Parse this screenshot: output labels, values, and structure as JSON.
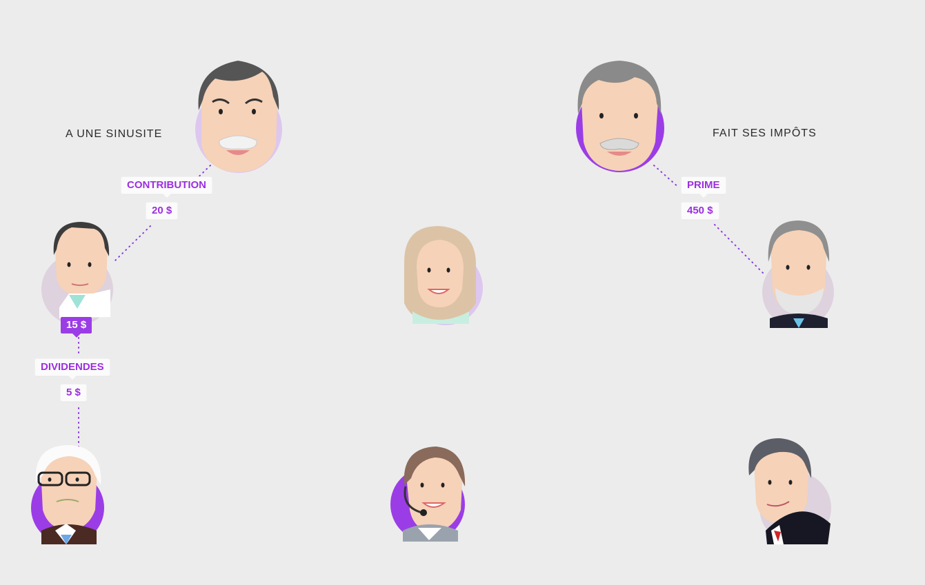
{
  "captions": {
    "left": "A UNE SINUSITE",
    "right": "FAIT SES IMPÔTS"
  },
  "tags": {
    "contribution": "CONTRIBUTION",
    "contribution_amount": "20 $",
    "doctor_amount": "15 $",
    "dividendes": "DIVIDENDES",
    "dividendes_amount": "5 $",
    "prime": "PRIME",
    "prime_amount": "450 $"
  },
  "colors": {
    "background": "#ececec",
    "accent": "#9b3de6",
    "accent_light": "#ddc7ef",
    "skin": "#f6d2b8",
    "line": "#8a3ae0"
  },
  "people": [
    {
      "id": "patient",
      "icon": "elderly-man-mustache-portrait",
      "disc": "light"
    },
    {
      "id": "taxpayer",
      "icon": "elderly-man-grey-hair-portrait",
      "disc": "strong"
    },
    {
      "id": "doctor",
      "icon": "doctor-portrait",
      "disc": "pale"
    },
    {
      "id": "woman-blonde",
      "icon": "blonde-woman-portrait",
      "disc": "light"
    },
    {
      "id": "grey-beard",
      "icon": "grey-bearded-man-portrait",
      "disc": "pale"
    },
    {
      "id": "investor",
      "icon": "elderly-man-glasses-portrait",
      "disc": "strong"
    },
    {
      "id": "operator",
      "icon": "headset-operator-portrait",
      "disc": "strong"
    },
    {
      "id": "politician",
      "icon": "suited-man-portrait",
      "disc": "pale"
    }
  ]
}
